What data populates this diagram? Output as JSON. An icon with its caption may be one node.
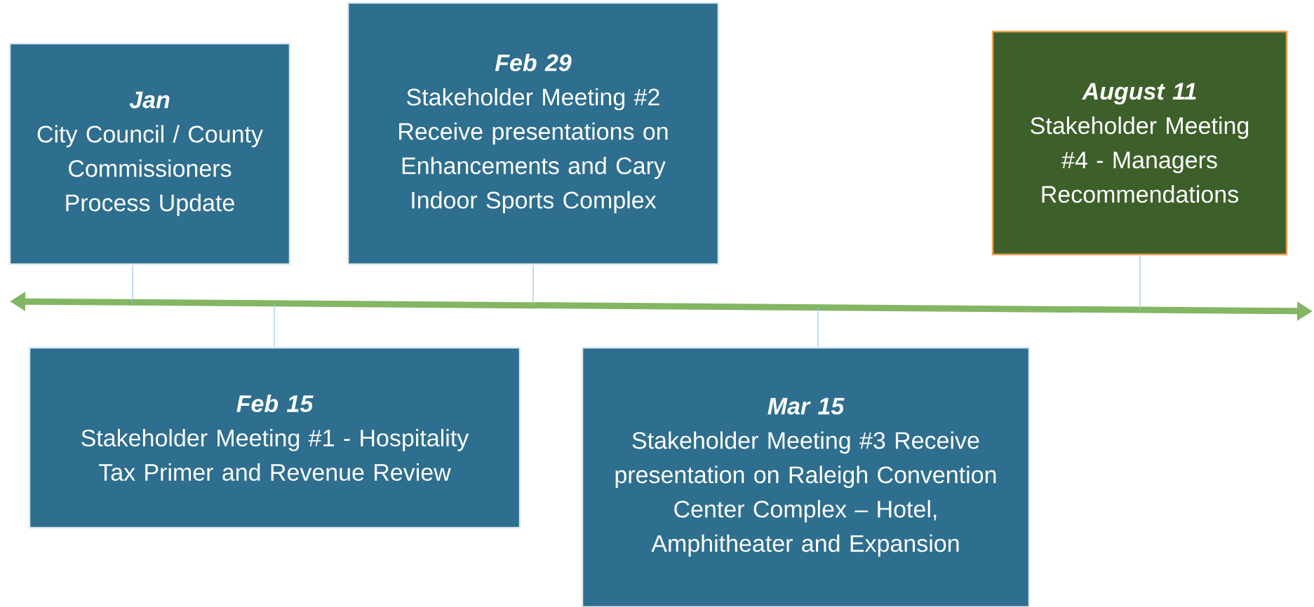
{
  "diagram": {
    "nodes": [
      {
        "text": [
          "Jan",
          "City Council / County Commissioners Process Update"
        ]
      },
      {
        "text": [
          "Feb 15",
          "Stakeholder Meeting #1 - Hospitality Tax Primer and Revenue Review"
        ]
      },
      {
        "text": [
          "Feb 29",
          "Stakeholder Meeting #2 Receive presentations on Enhancements and Cary Indoor Sports Complex"
        ]
      },
      {
        "text": [
          "Mar 15",
          "Stakeholder Meeting #3 Receive presentation on Raleigh Convention Center Complex – Hotel, Amphitheater and Expansion"
        ]
      },
      {
        "text": [
          "August 11",
          "Stakeholder Meeting #4 - Managers Recommendations"
        ]
      }
    ],
    "edges": [
      {
        "from": 0,
        "to": null,
        "arrow": "none"
      },
      {
        "from": 1,
        "to": null,
        "arrow": "none"
      },
      {
        "from": 2,
        "to": null,
        "arrow": "none"
      },
      {
        "from": 3,
        "to": null,
        "arrow": "none"
      },
      {
        "from": 4,
        "to": null,
        "arrow": "none"
      }
    ]
  }
}
